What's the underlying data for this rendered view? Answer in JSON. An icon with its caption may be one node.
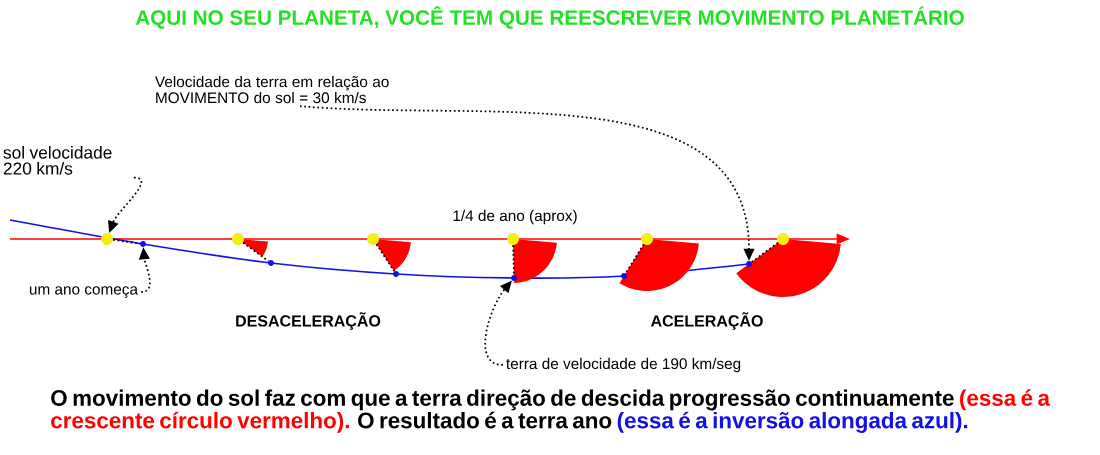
{
  "diagram": {
    "title": "AQUI NO SEU PLANETA, VOCÊ TEM QUE REESCREVER MOVIMENTO PLANETÁRIO",
    "nodes": [
      {
        "text": [
          "sol velocidade 220 km/s"
        ]
      },
      {
        "text": [
          "Velocidade da terra em relação ao MOVIMENTO do sol = 30 km/s"
        ]
      },
      {
        "text": [
          "um ano começa"
        ]
      },
      {
        "text": [
          "terra de velocidade de 190 km/seg"
        ]
      },
      {
        "text": [],
        "shape": "circle"
      },
      {
        "text": [],
        "shape": "circle"
      },
      {
        "text": [],
        "shape": "circle"
      },
      {
        "text": [],
        "shape": "circle"
      },
      {
        "text": [],
        "shape": "circle"
      },
      {
        "text": [],
        "shape": "circle"
      },
      {
        "text": [],
        "shape": "circle"
      },
      {
        "text": [],
        "shape": "circle"
      },
      {
        "text": [],
        "shape": "circle"
      },
      {
        "text": [],
        "shape": "circle"
      },
      {
        "text": [],
        "shape": "circle"
      },
      {
        "text": [],
        "shape": "circle"
      }
    ],
    "edges": [
      {
        "from": 0,
        "to": 4,
        "arrow": "to",
        "style": "dashed"
      },
      {
        "from": 1,
        "to": 15,
        "arrow": "to",
        "style": "dashed"
      },
      {
        "from": 2,
        "to": 10,
        "arrow": "to",
        "style": "dashed"
      },
      {
        "from": 3,
        "to": 13,
        "arrow": "to",
        "style": "dashed"
      },
      {
        "from": 4,
        "to": 10,
        "arrow": "none",
        "style": "dashed"
      },
      {
        "from": 5,
        "to": 11,
        "arrow": "none",
        "style": "dashed"
      },
      {
        "from": 6,
        "to": 12,
        "arrow": "none",
        "style": "dashed"
      },
      {
        "from": 7,
        "to": 13,
        "arrow": "none",
        "style": "dashed"
      },
      {
        "from": 8,
        "to": 14,
        "arrow": "none",
        "style": "dashed"
      },
      {
        "from": 9,
        "to": 15,
        "arrow": "none",
        "style": "dashed"
      }
    ],
    "labels": [
      "1/4 de ano (aprox)",
      "DESACELERAÇÃO",
      "ACELERAÇÃO",
      "O movimento do sol faz com que a terra  direção de descida progressão continuamente",
      "(essa é a crescente círculo vermelho).",
      "O resultado é a terra ano",
      "(essa é a inversão alongada azul)."
    ]
  }
}
